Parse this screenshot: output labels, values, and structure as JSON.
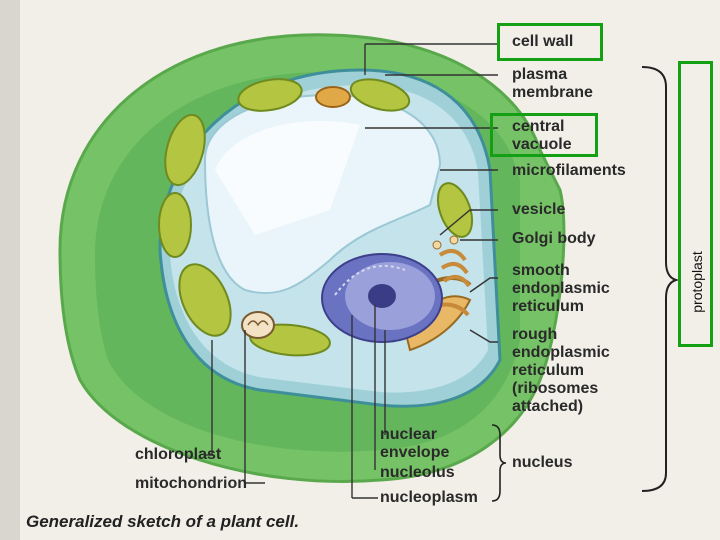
{
  "labels": {
    "cell_wall": "cell wall",
    "plasma_membrane": "plasma\nmembrane",
    "central_vacuole": "central\nvacuole",
    "microfilaments": "microfilaments",
    "vesicle": "vesicle",
    "golgi_body": "Golgi body",
    "smooth_er": "smooth\nendoplasmic\nreticulum",
    "rough_er": "rough\nendoplasmic\nreticulum\n(ribosomes\nattached)",
    "nuclear_envelope": "nuclear\nenvelope",
    "nucleolus": "nucleolus",
    "nucleoplasm": "nucleoplasm",
    "nucleus": "nucleus",
    "chloroplast": "chloroplast",
    "mitochondrion": "mitochondrion",
    "protoplast": "protoplast"
  },
  "caption": "Generalized sketch of a plant cell.",
  "colors": {
    "highlight_box": "#14a014",
    "cell_wall_green": "#7cc86a",
    "vacuole_blue": "#cfe6f2",
    "nucleus_blue": "#7f86cc",
    "chloroplast_green": "#a9c23a"
  }
}
